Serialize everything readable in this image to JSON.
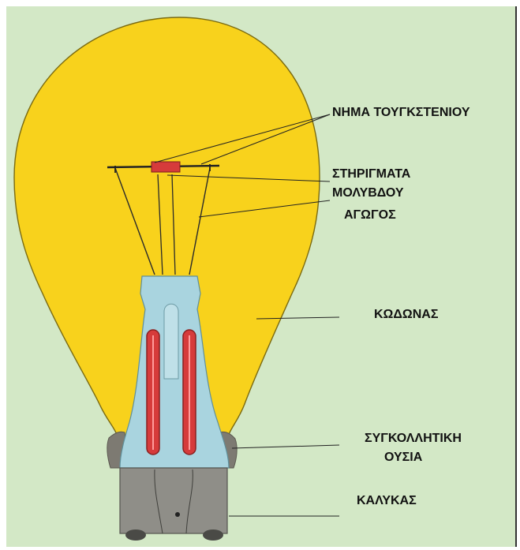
{
  "diagram": {
    "labels": {
      "filament": "ΝΗΜΑ ΤΟΥΓΚΣΤΕΝΙΟΥ",
      "supports_line1": "ΣΤΗΡΙΓΜΑΤΑ",
      "supports_line2": "ΜΟΛΥΒΔΟΥ",
      "conductor": "ΑΓΩΓΟΣ",
      "bulb": "ΚΩΔΩΝΑΣ",
      "solder_line1": "ΣΥΓΚΟΛΛΗΤΙΚΗ",
      "solder_line2": "ΟΥΣΙΑ",
      "base": "ΚΑΛΥΚΑΣ"
    },
    "colors": {
      "background": "#d3e8c6",
      "glass": "#f8d21c",
      "stem": "#a9d4df",
      "filament": "#d63b3b",
      "base": "#8f8e88",
      "solder": "#7d7a72"
    }
  }
}
